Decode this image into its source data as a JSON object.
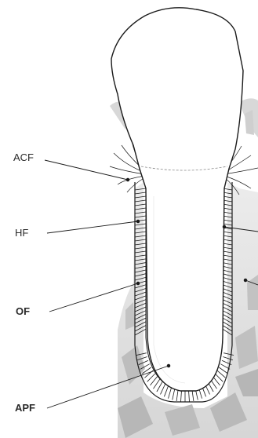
{
  "labels": {
    "acf": "ACF",
    "hf": "HF",
    "of": "OF",
    "apf": "APF"
  },
  "colors": {
    "bone": "#c8c8c8",
    "bone_dark": "#a9a9a9",
    "line": "#1a1a1a",
    "background": "#ffffff"
  }
}
